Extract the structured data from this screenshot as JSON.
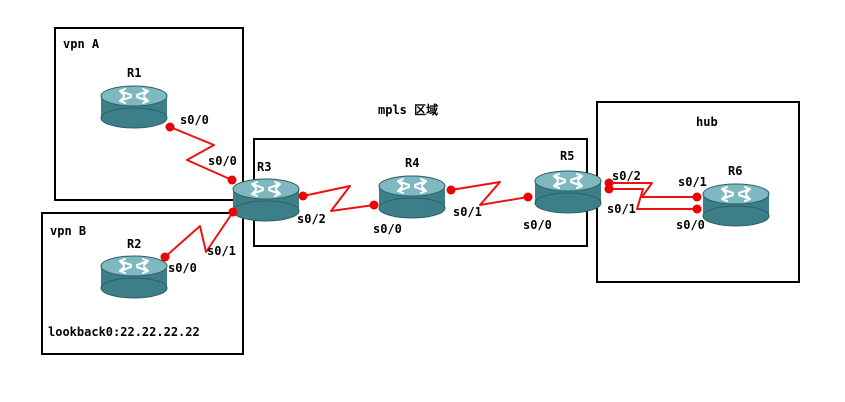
{
  "colors": {
    "link": "#ee1111",
    "endpoint": "#ee0000",
    "router_top": "#7fb8c0",
    "router_side": "#3d7f88",
    "router_edge": "#2a5f66",
    "arrow": "#ffffff"
  },
  "regions": {
    "vpn_a": "vpn A",
    "vpn_b": "vpn B",
    "mpls": "mpls 区域",
    "hub": "hub"
  },
  "routers": {
    "r1": "R1",
    "r2": "R2",
    "r3": "R3",
    "r4": "R4",
    "r5": "R5",
    "r6": "R6"
  },
  "interfaces": {
    "r1_s0_0": "s0/0",
    "r3_s0_0": "s0/0",
    "r3_s0_2": "s0/2",
    "r3_s0_1": "s0/1",
    "r2_s0_0": "s0/0",
    "r4_s0_0": "s0/0",
    "r4_s0_1": "s0/1",
    "r5_s0_0": "s0/0",
    "r5_s0_2": "s0/2",
    "r5_s0_1": "s0/1",
    "r6_s0_1": "s0/1",
    "r6_s0_0": "s0/0"
  },
  "notes": {
    "loopback": "lookback0:22.22.22.22"
  }
}
